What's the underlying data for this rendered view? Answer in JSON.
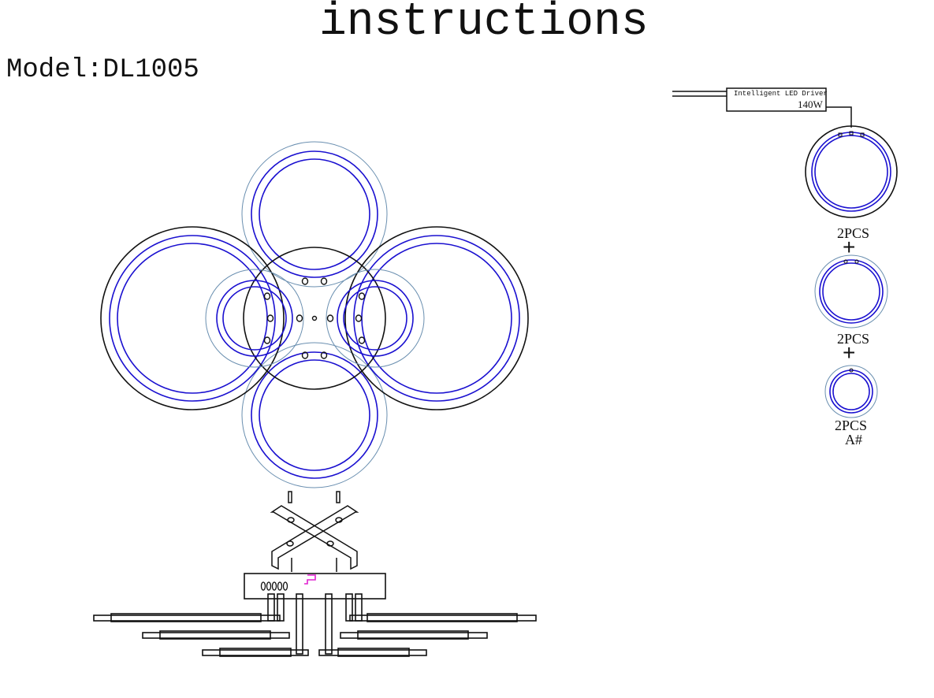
{
  "title": "instructions",
  "model": "Model:DL1005",
  "driver": {
    "label": "Intelligent LED Driver",
    "power": "140W"
  },
  "components": [
    {
      "qty": "2PCS",
      "plus": "+"
    },
    {
      "qty": "2PCS",
      "plus": "+"
    },
    {
      "qty": "2PCS",
      "code": "A#"
    }
  ],
  "colors": {
    "led": "#1a10d0",
    "outline": "#6a8fb0",
    "frame": "#111111",
    "accent": "#e020d0"
  }
}
